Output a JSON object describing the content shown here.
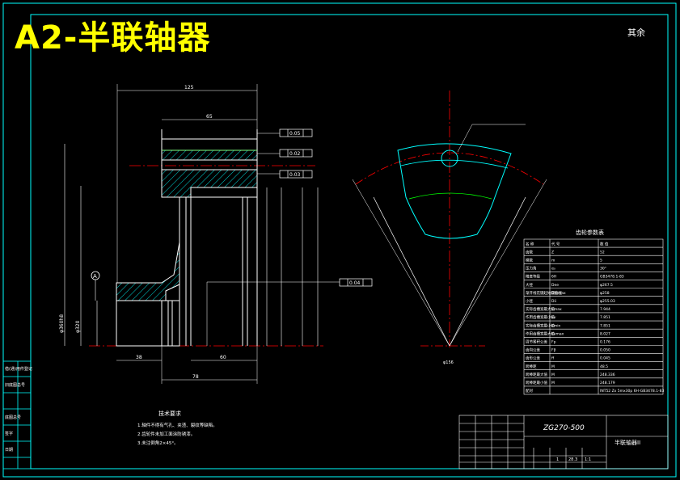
{
  "title": "A2-半联轴器",
  "corner_mark": "其余",
  "drawing_number": "ZG270-500",
  "part_name": "半联轴器II",
  "tech_requirements": {
    "heading": "技术要求",
    "items": [
      "1.轴件不得有气孔、夹渣、裂纹等缺陷。",
      "2.齿轮件未加工面涂防锈漆。",
      "3.未注倒角2×45°。"
    ]
  },
  "param_table": {
    "heading": "齿轮参数表",
    "header": [
      "名 称",
      "代 号",
      "数 值"
    ],
    "rows": [
      [
        "齿数",
        "Z",
        "52"
      ],
      [
        "模数",
        "m",
        "5"
      ],
      [
        "压力角",
        "α₀",
        "30°"
      ],
      [
        "精度等级",
        "6H",
        "GB3478.1-83"
      ],
      [
        "大径",
        "Dee",
        "φ267.5"
      ],
      [
        "渐开线花键起始圆直径",
        "Dfemax",
        "φ258"
      ],
      [
        "小径",
        "Dii",
        "φ255.03"
      ],
      [
        "实际齿槽宽最大值",
        "Emax",
        "7.944"
      ],
      [
        "作用齿槽宽最小值",
        "Ev",
        "7.851"
      ],
      [
        "实际齿槽宽最小值",
        "Emin",
        "7.851"
      ],
      [
        "作用齿槽宽最大值",
        "Evmax",
        "8.027"
      ],
      [
        "周节累积公差",
        "Fp",
        "0.176"
      ],
      [
        "齿向公差",
        "Fβ",
        "0.050"
      ],
      [
        "齿形公差",
        "ff",
        "0.045"
      ],
      [
        "跨棒距",
        "M",
        "48.5"
      ],
      [
        "跨棒距最大值",
        "M",
        "248.336"
      ],
      [
        "跨棒距最小值",
        "M",
        "248.179"
      ],
      [
        "配对",
        "",
        "INT52 Zx 5mx30p 6H-GB3478.1-83"
      ]
    ]
  },
  "title_block": {
    "scale": "1:1",
    "weight": "28.3",
    "sheet": "1"
  },
  "left_sidebar": [
    "借(通)用件登记",
    "旧底图总号",
    "底图总号",
    "签字",
    "日期"
  ],
  "dimensions": {
    "top_width": "125",
    "inner_width": "65",
    "bottom_left": "38",
    "bottom_mid": "60",
    "bottom_total": "78",
    "left_dia1": "φ360h8",
    "left_dia2": "φ320",
    "view_tag": "A",
    "rad": "φ156"
  },
  "tolerances": [
    "0.05",
    "0.02",
    "0.03",
    "0.04"
  ],
  "datum": "A",
  "colors": {
    "frame": "#00ffff",
    "line": "#ffffff",
    "hatch": "#00ffff",
    "center": "#ff0000",
    "dim": "#ffffff",
    "title": "#ffff00",
    "green": "#00ff00"
  }
}
